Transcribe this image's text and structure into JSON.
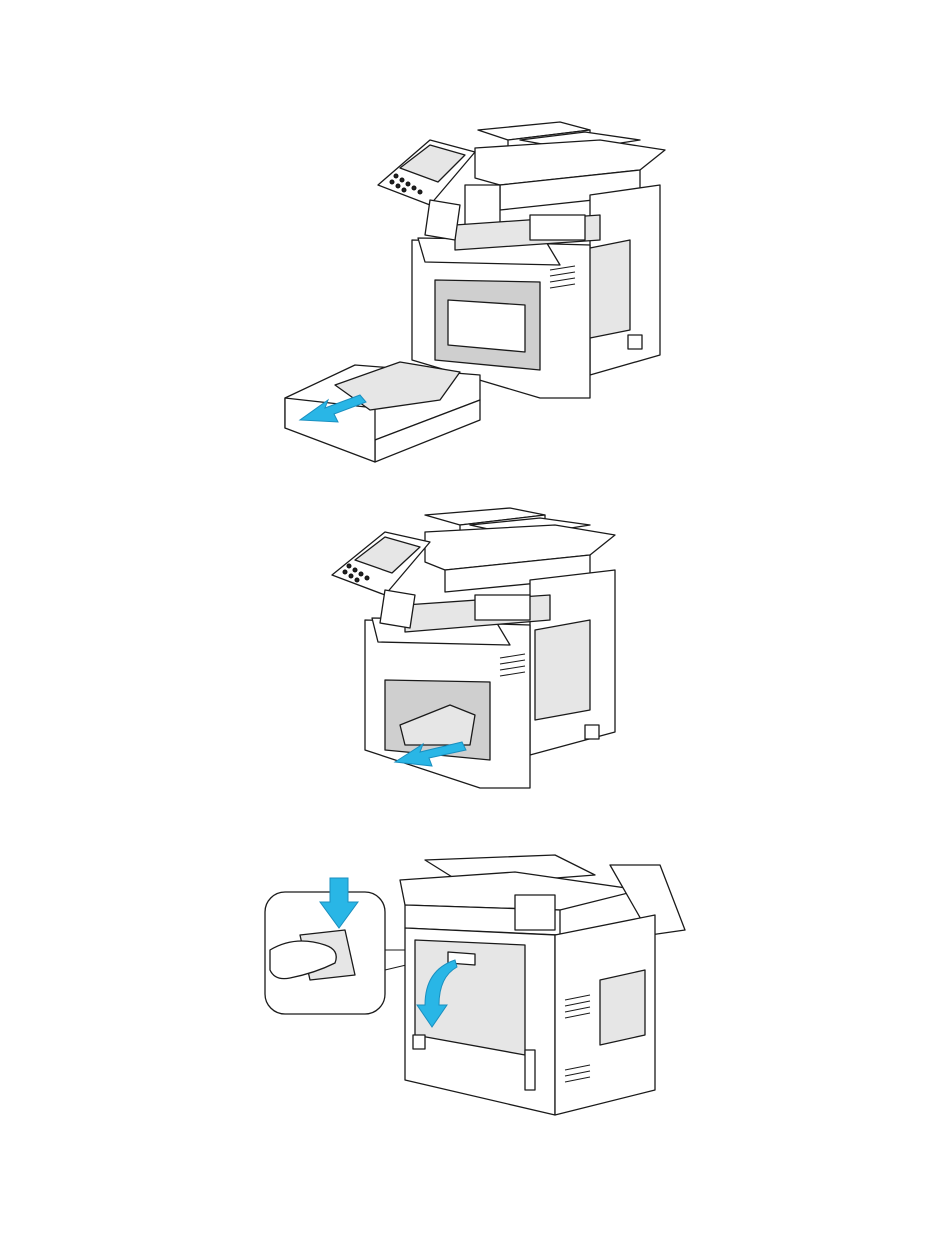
{
  "page": {
    "background": "#ffffff",
    "figures": [
      {
        "id": "fig1",
        "illustration": "printer-tray-removed-paper-jam"
      },
      {
        "id": "fig2",
        "illustration": "printer-remove-jammed-paper-from-tray-slot"
      },
      {
        "id": "fig3",
        "illustration": "printer-rear-door-open-with-inset-hand-on-latch"
      }
    ],
    "colors": {
      "arrow": "#29b6e6",
      "line": "#1a1a1a",
      "shade": "#e6e6e6"
    }
  }
}
